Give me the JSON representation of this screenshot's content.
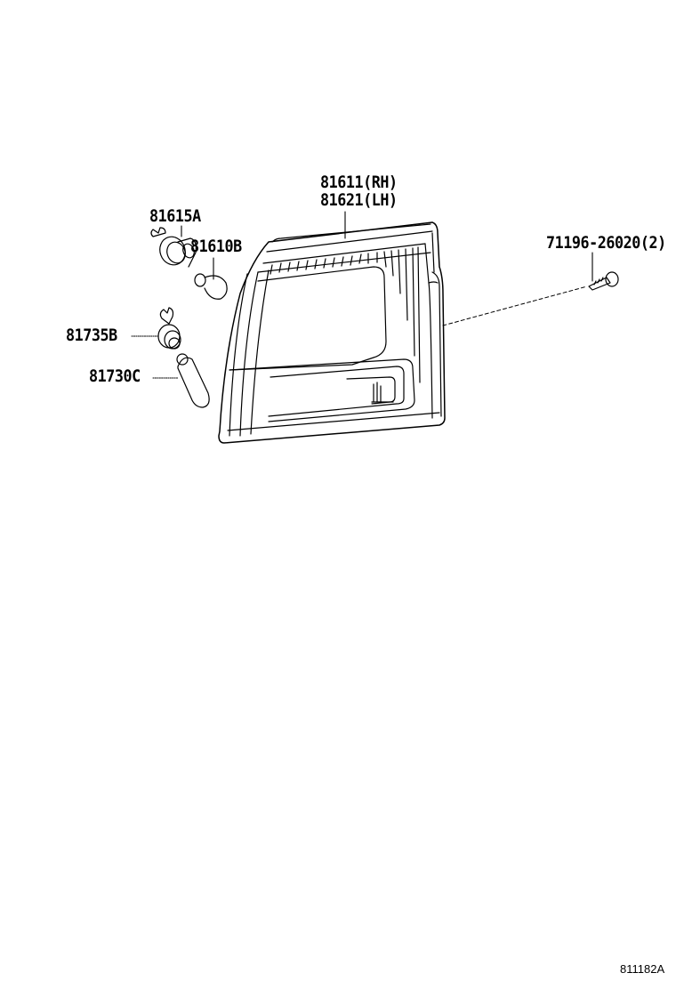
{
  "diagram": {
    "type": "parts-exploded-view",
    "reference_code": "811182A",
    "parts": [
      {
        "id": "lamp-assembly",
        "labels": [
          "81611(RH)",
          "81621(LH)"
        ],
        "depicts": "front clearance/side lamp lens assembly"
      },
      {
        "id": "socket-upper",
        "labels": [
          "81615A"
        ],
        "depicts": "bulb socket"
      },
      {
        "id": "bulb-upper",
        "labels": [
          "81610B"
        ],
        "depicts": "wedge bulb"
      },
      {
        "id": "socket-lower",
        "labels": [
          "81735B"
        ],
        "depicts": "bulb socket"
      },
      {
        "id": "bulb-lower",
        "labels": [
          "81730C"
        ],
        "depicts": "wedge bulb"
      },
      {
        "id": "screw",
        "labels": [
          "71196-26020(2)"
        ],
        "depicts": "tapping screw, quantity 2"
      }
    ]
  }
}
